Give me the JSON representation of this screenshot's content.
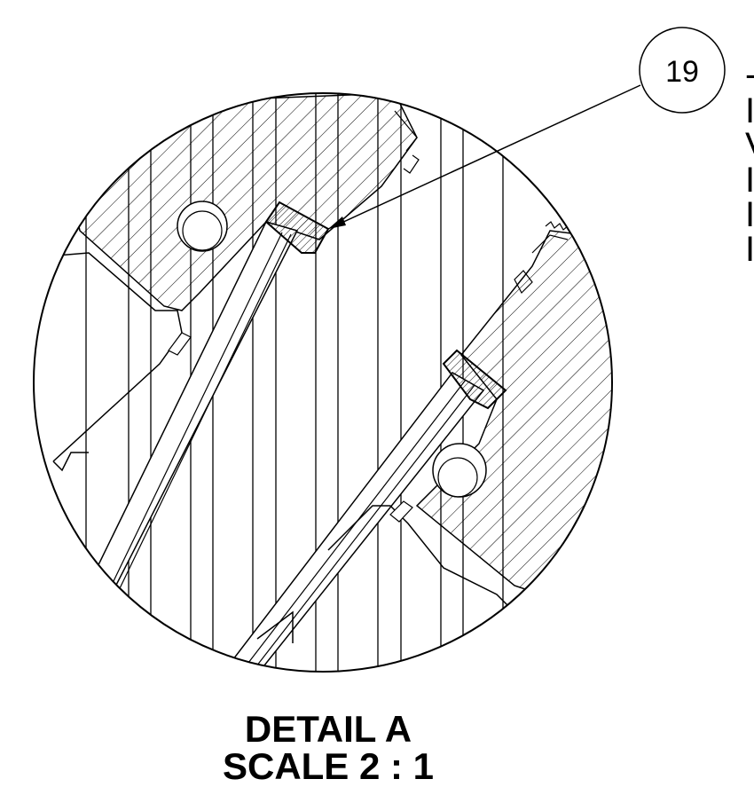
{
  "balloon": {
    "label": "19"
  },
  "caption": {
    "line1": "DETAIL A",
    "line2": "SCALE 2 : 1"
  },
  "side_notes": [
    "-",
    "I",
    "V",
    "I",
    "I",
    "I"
  ]
}
